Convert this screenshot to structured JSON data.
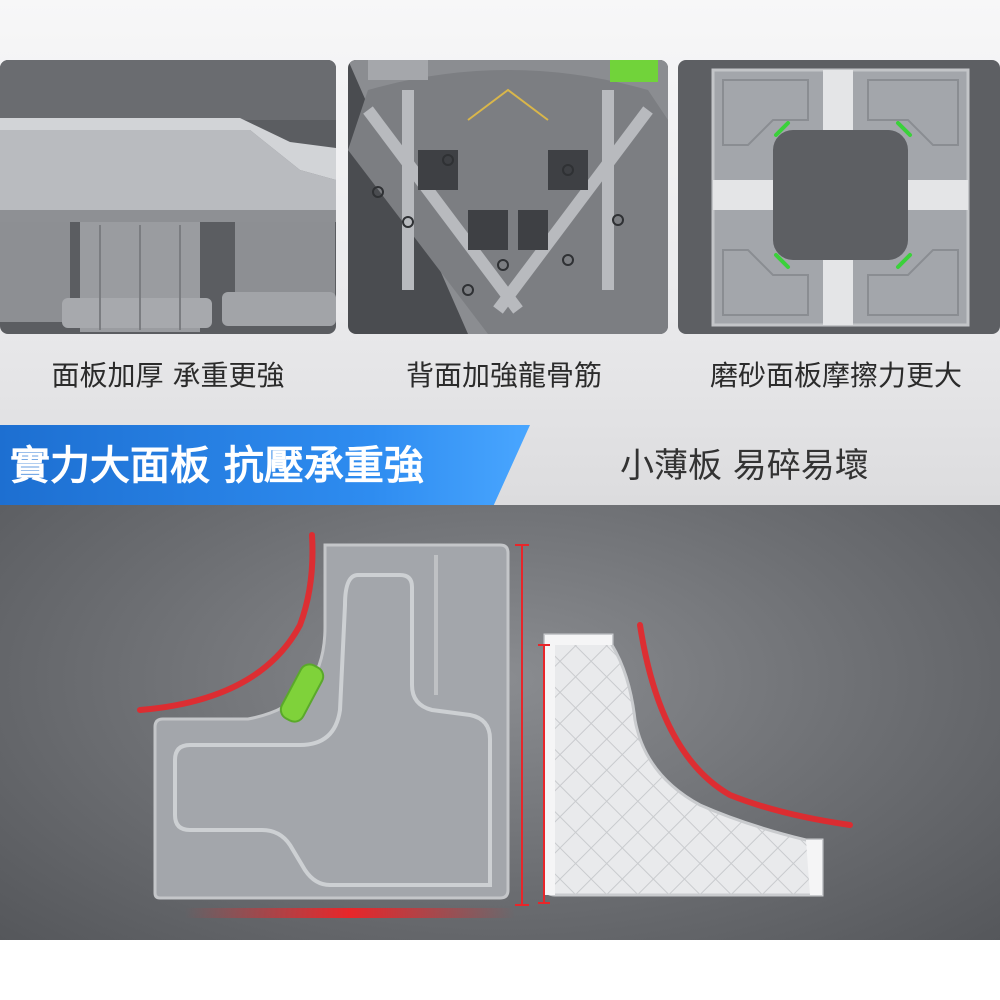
{
  "captions": {
    "thick_panel": "面板加厚 承重更強",
    "ribs": "背面加強龍骨筋",
    "frosted": "磨砂面板摩擦力更大"
  },
  "banner": {
    "left": "實力大面板 抗壓承重強",
    "right": "小薄板 易碎易壞"
  },
  "colors": {
    "accent_blue": "#2e8cf0",
    "highlight_red": "#e8262a",
    "level_green": "#7fd23a",
    "panel_gray": "#a3a6ab"
  }
}
